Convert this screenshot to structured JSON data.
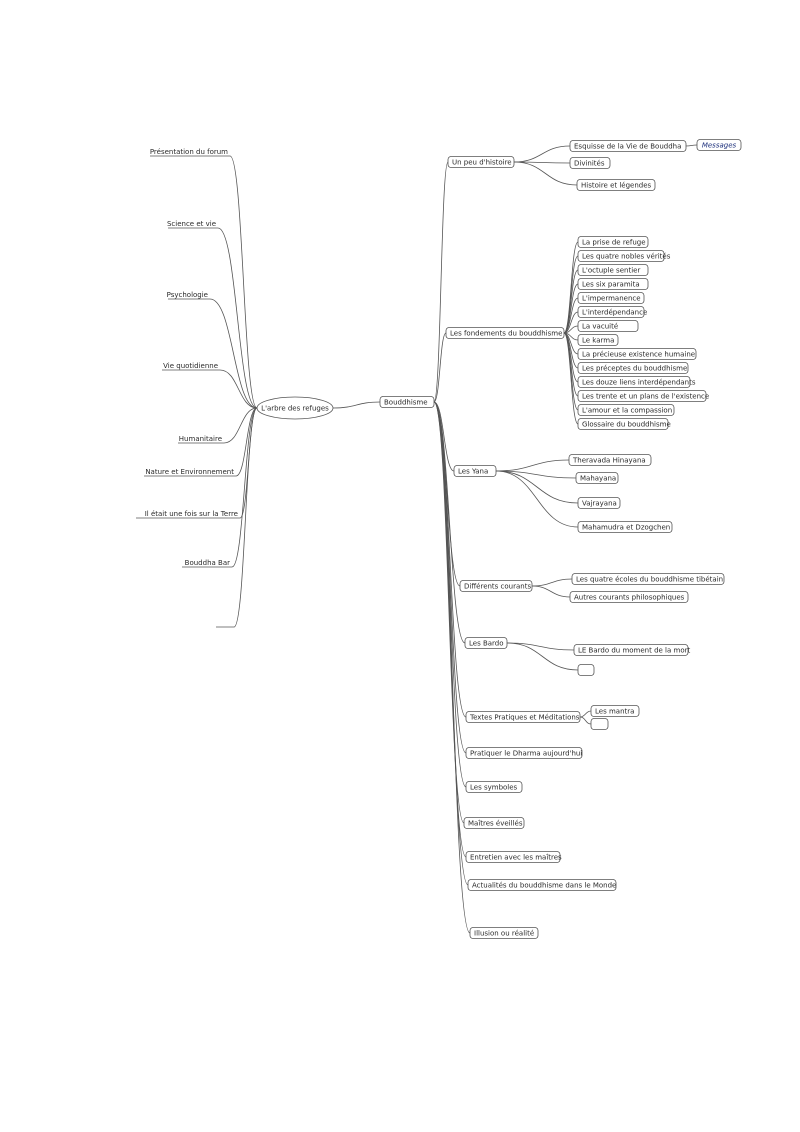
{
  "root": "L'arbre des refuges",
  "left_items": [
    "Présentation du forum",
    "Science et vie",
    "Psychologie",
    "Vie quotidienne",
    "Humanitaire",
    "Nature et Environnement",
    "Il était une fois sur la Terre",
    "Bouddha Bar",
    ""
  ],
  "main": "Bouddhisme",
  "sections": {
    "histoire": {
      "label": "Un peu d'histoire",
      "items": [
        "Esquisse de la Vie de Bouddha",
        "Divinités",
        "Histoire et légendes"
      ],
      "messages": "Messages"
    },
    "fondements": {
      "label": "Les fondements du bouddhisme",
      "items": [
        "La prise de refuge",
        "Les quatre nobles vérités",
        "L'octuple sentier",
        "Les six paramita",
        "L'impermanence",
        "L'interdépendance",
        "La vacuité",
        "Le karma",
        "La précieuse existence humaine",
        "Les préceptes du bouddhisme",
        "Les douze liens interdépendants",
        "Les trente et un plans de l'existence",
        "L'amour et la compassion",
        "Glossaire du bouddhisme"
      ]
    },
    "yana": {
      "label": "Les Yana",
      "items": [
        "Theravada Hinayana",
        "Mahayana",
        "Vajrayana",
        "Mahamudra et Dzogchen"
      ]
    },
    "courants": {
      "label": "Différents courants",
      "items": [
        "Les quatre écoles du bouddhisme tibétain",
        "Autres courants philosophiques"
      ]
    },
    "bardo": {
      "label": "Les Bardo",
      "items": [
        "LE Bardo du moment de la mort",
        ""
      ]
    },
    "textes": {
      "label": "Textes Pratiques et Méditations",
      "items": [
        "Les mantra",
        ""
      ]
    },
    "pratiquer": {
      "label": "Pratiquer le Dharma aujourd'hui"
    },
    "symboles": {
      "label": "Les symboles"
    },
    "maitres": {
      "label": "Maîtres éveillés"
    },
    "entretien": {
      "label": "Entretien avec les maîtres"
    },
    "actualites": {
      "label": "Actualités du bouddhisme dans le Monde"
    },
    "illusion": {
      "label": "Illusion ou réalité"
    }
  }
}
